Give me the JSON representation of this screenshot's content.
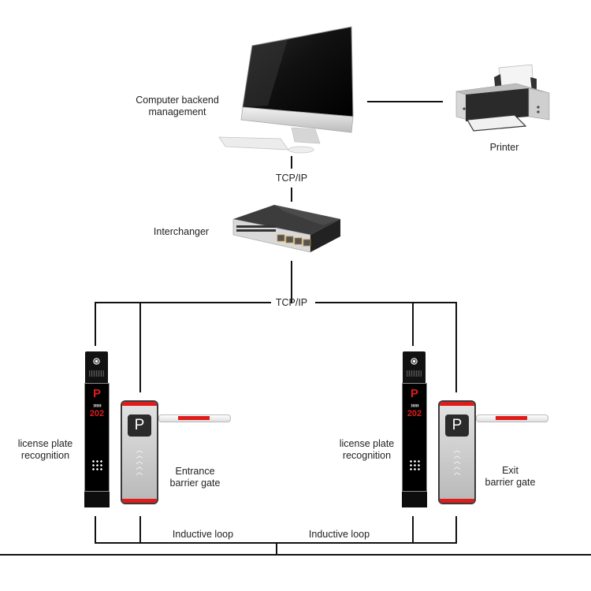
{
  "diagram": {
    "title": "Parking lot license plate recognition system topology",
    "nodes": {
      "computer": {
        "label_line1": "Computer backend",
        "label_line2": "management"
      },
      "printer": {
        "label": "Printer"
      },
      "switch": {
        "label": "Interchanger"
      },
      "lpr_entrance": {
        "label_line1": "license plate",
        "label_line2": "recognition",
        "display_sign": "P",
        "display_number": "202"
      },
      "gate_entrance": {
        "label_line1": "Entrance",
        "label_line2": "barrier gate",
        "sign": "P"
      },
      "lpr_exit": {
        "label_line1": "license plate",
        "label_line2": "recognition",
        "display_sign": "P",
        "display_number": "202"
      },
      "gate_exit": {
        "label_line1": "Exit",
        "label_line2": "barrier gate",
        "sign": "P"
      }
    },
    "links": {
      "computer_switch": "TCP/IP",
      "switch_lanes": "TCP/IP",
      "loop_entrance": "Inductive loop",
      "loop_exit": "Inductive loop"
    },
    "colors": {
      "line": "#111111",
      "accent_red": "#e01b1b",
      "device_dark": "#0d0d0d",
      "device_silver": "#c8c8c8"
    }
  }
}
